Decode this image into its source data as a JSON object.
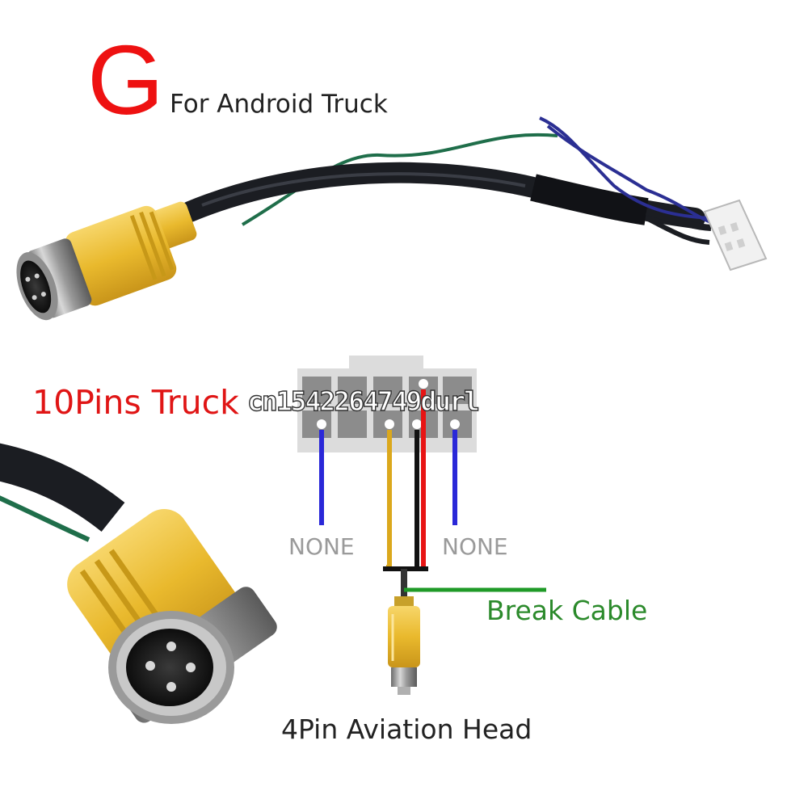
{
  "texts": {
    "big_letter": "G",
    "subtitle": "For Android Truck",
    "pins_label": "10Pins Truck",
    "none_left": "NONE",
    "none_right": "NONE",
    "break_cable": "Break Cable",
    "aviation_head": "4Pin Aviation Head",
    "watermark": "cn1542264749durl"
  },
  "colors": {
    "title_red": "#ee1111",
    "wire_blue": "#2a28d8",
    "wire_yellow": "#dba81c",
    "wire_black": "#111111",
    "wire_red": "#e81414",
    "wire_green": "#1f9a27",
    "connector_yellow": "#efc23a",
    "connector_housing": "#dcdcdc"
  }
}
